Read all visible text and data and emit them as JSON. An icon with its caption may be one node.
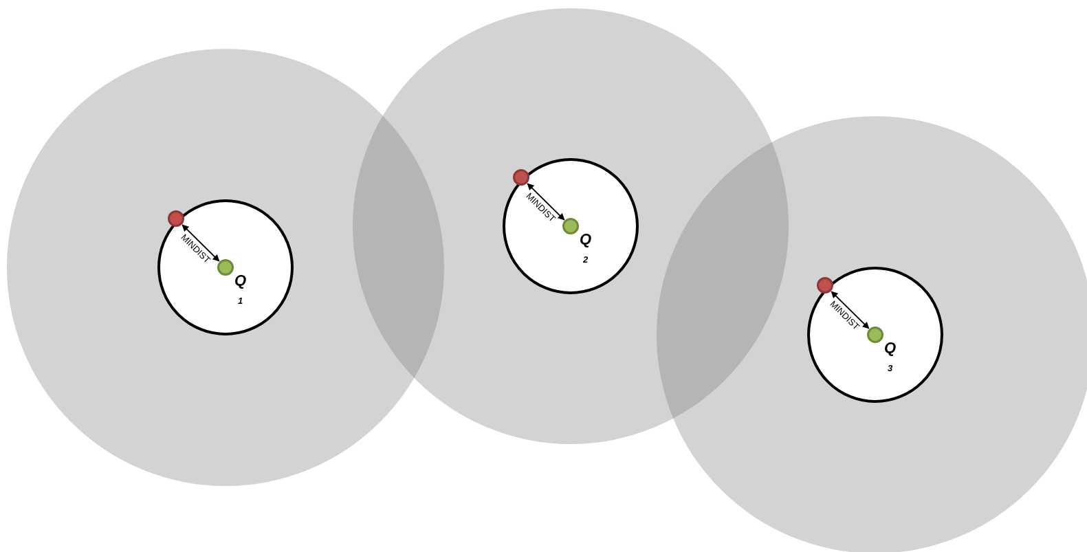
{
  "diagram": {
    "nodes": [
      {
        "text": [],
        "shape": "circle"
      },
      {
        "text": [],
        "shape": "circle",
        "in": 0
      },
      {
        "text": [],
        "shape": "circle",
        "in": 1
      },
      {
        "text": [],
        "shape": "circle",
        "in": 1,
        "beside": [
          "Q",
          "1"
        ]
      },
      {
        "text": [],
        "shape": "circle"
      },
      {
        "text": [],
        "shape": "circle",
        "in": 4
      },
      {
        "text": [],
        "shape": "circle",
        "in": 5
      },
      {
        "text": [],
        "shape": "circle",
        "in": 5,
        "beside": [
          "Q",
          "2"
        ]
      },
      {
        "text": [],
        "shape": "circle"
      },
      {
        "text": [],
        "shape": "circle",
        "in": 8
      },
      {
        "text": [],
        "shape": "circle",
        "in": 9
      },
      {
        "text": [],
        "shape": "circle",
        "in": 9,
        "beside": [
          "Q",
          "3"
        ]
      }
    ],
    "edges": [
      {
        "from": 2,
        "to": 3,
        "arrow": "both",
        "label": "MINDIST"
      },
      {
        "from": 6,
        "to": 7,
        "arrow": "both",
        "label": "MINDIST"
      },
      {
        "from": 10,
        "to": 11,
        "arrow": "both",
        "label": "MINDIST"
      }
    ]
  }
}
